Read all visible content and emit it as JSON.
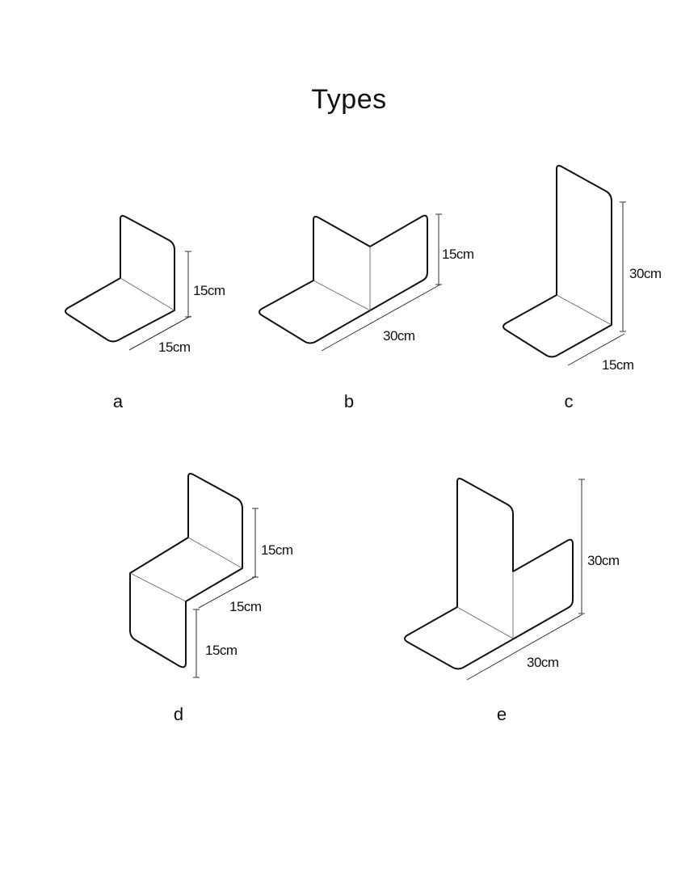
{
  "title": "Types",
  "types": [
    {
      "label": "a",
      "dimensions": [
        "15cm",
        "15cm"
      ]
    },
    {
      "label": "b",
      "dimensions": [
        "15cm",
        "30cm"
      ]
    },
    {
      "label": "c",
      "dimensions": [
        "30cm",
        "15cm"
      ]
    },
    {
      "label": "d",
      "dimensions": [
        "15cm",
        "15cm",
        "15cm"
      ]
    },
    {
      "label": "e",
      "dimensions": [
        "30cm",
        "30cm"
      ]
    }
  ]
}
